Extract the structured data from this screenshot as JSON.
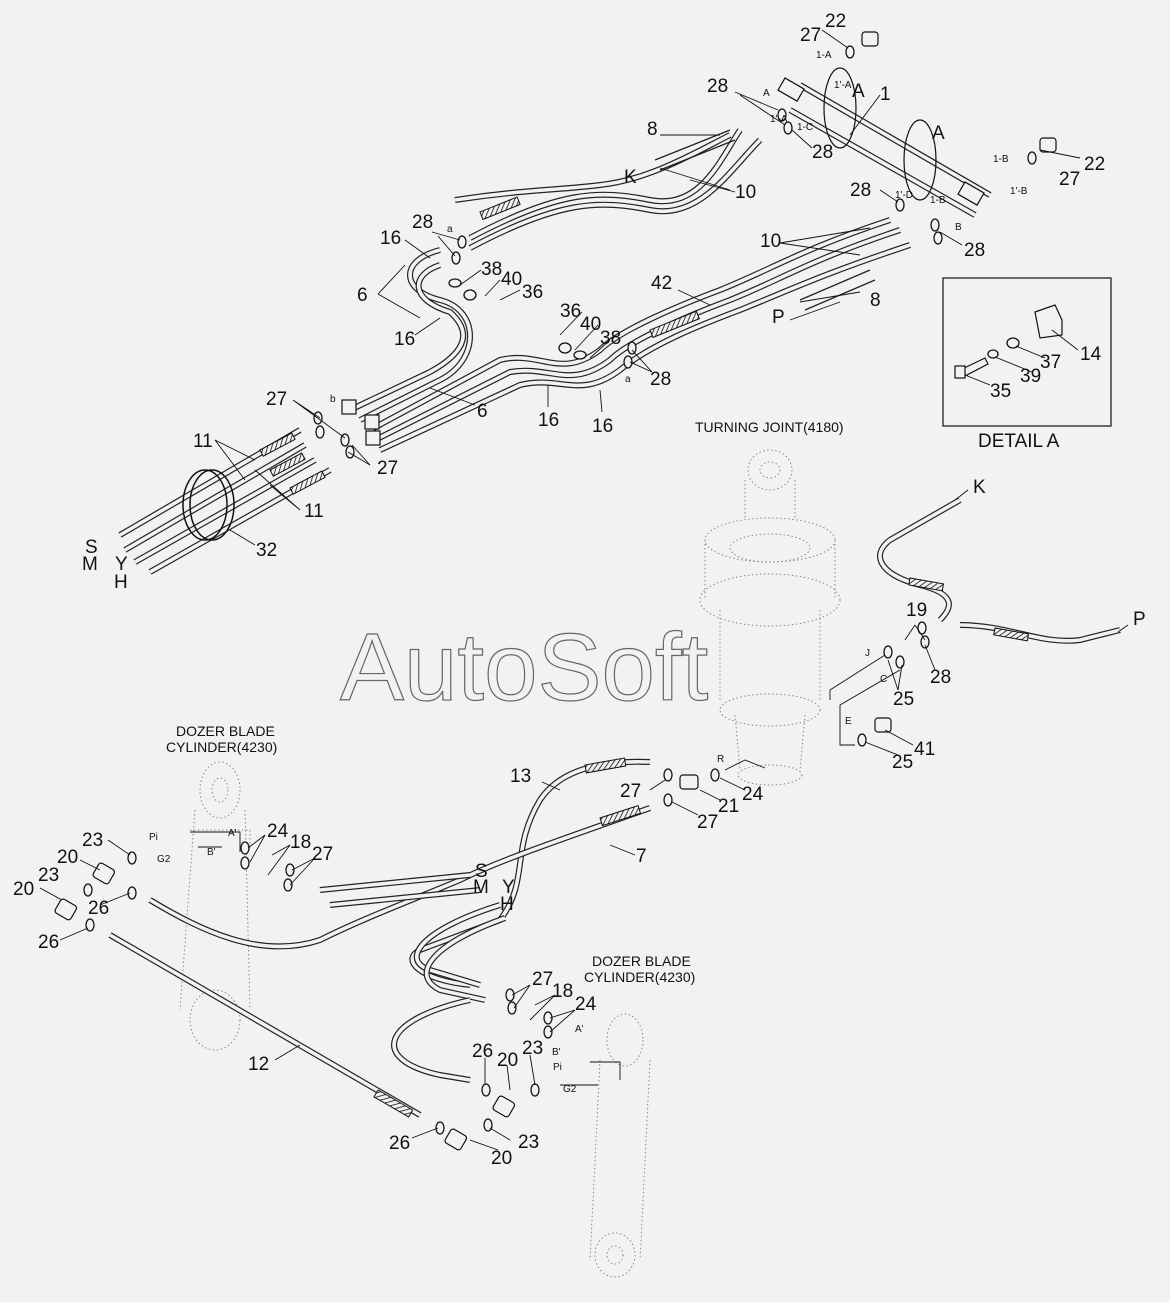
{
  "watermark": "AutoSoft",
  "captions": {
    "turning_joint": "TURNING JOINT(4180)",
    "dozer_cyl_top_line1": "DOZER BLADE",
    "dozer_cyl_top_line2": "CYLINDER(4230)",
    "dozer_cyl_bottom_line1": "DOZER BLADE",
    "dozer_cyl_bottom_line2": "CYLINDER(4230)",
    "detail": "DETAIL A"
  },
  "port_letters": {
    "S": "S",
    "M": "M",
    "Y": "Y",
    "H": "H",
    "K": "K",
    "P": "P",
    "A": "A"
  },
  "small_marks": {
    "m1A": "1-A",
    "m1pA": "1'-A",
    "m1C": "1-C",
    "m1B": "1-B",
    "m1pB": "1'-B",
    "m1pD": "1'-D",
    "mA": "A",
    "mB": "B",
    "ma": "a",
    "mb": "b",
    "mJ": "J",
    "mC": "C",
    "mE": "E",
    "mR": "R",
    "mPi": "Pi",
    "mG2": "G2",
    "mAp": "A'",
    "mBp": "B'"
  },
  "part_numbers": {
    "p1": "1",
    "p6": "6",
    "p7": "7",
    "p8": "8",
    "p10": "10",
    "p11": "11",
    "p12": "12",
    "p13": "13",
    "p14": "14",
    "p16": "16",
    "p18": "18",
    "p19": "19",
    "p20": "20",
    "p21": "21",
    "p22": "22",
    "p23": "23",
    "p24": "24",
    "p25": "25",
    "p26": "26",
    "p27": "27",
    "p28": "28",
    "p32": "32",
    "p35": "35",
    "p36": "36",
    "p37": "37",
    "p38": "38",
    "p39": "39",
    "p40": "40",
    "p41": "41",
    "p42": "42"
  }
}
